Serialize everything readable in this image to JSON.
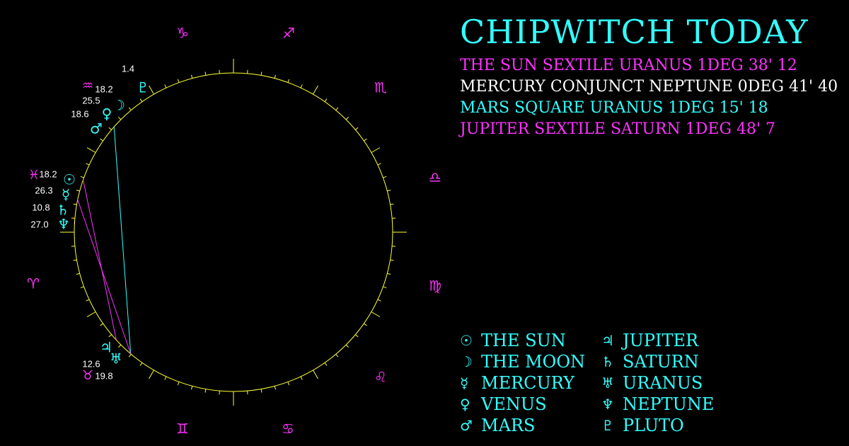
{
  "title": "CHIPWITCH TODAY",
  "colors": {
    "background": "#000000",
    "wheel": "#ffff33",
    "cyan": "#33ffff",
    "magenta": "#ff33ff",
    "white": "#ffffff"
  },
  "aspects": [
    {
      "text": "THE SUN SEXTILE URANUS 1DEG 38' 12",
      "color": "#ff33ff"
    },
    {
      "text": "MERCURY CONJUNCT NEPTUNE 0DEG 41' 40",
      "color": "#ffffff"
    },
    {
      "text": "MARS SQUARE URANUS 1DEG 15' 18",
      "color": "#33ffff"
    },
    {
      "text": "JUPITER SEXTILE SATURN 1DEG 48' 7",
      "color": "#ff33ff"
    }
  ],
  "legend": [
    {
      "glyph": "☉",
      "label": "THE SUN"
    },
    {
      "glyph": "☽",
      "label": "THE MOON"
    },
    {
      "glyph": "☿",
      "label": "MERCURY"
    },
    {
      "glyph": "♀",
      "label": "VENUS"
    },
    {
      "glyph": "♂",
      "label": "MARS"
    },
    {
      "glyph": "♃",
      "label": "JUPITER"
    },
    {
      "glyph": "♄",
      "label": "SATURN"
    },
    {
      "glyph": "♅",
      "label": "URANUS"
    },
    {
      "glyph": "♆",
      "label": "NEPTUNE"
    },
    {
      "glyph": "♇",
      "label": "PLUTO"
    }
  ],
  "zodiac_order_from_asc": [
    "♈",
    "♉",
    "♊",
    "♋",
    "♌",
    "♍",
    "♎",
    "♏",
    "♐",
    "♑",
    "♒",
    "♓"
  ],
  "sign_labels": [
    {
      "glyph": "♑",
      "name": "capricorn"
    },
    {
      "glyph": "♐",
      "name": "sagittarius"
    },
    {
      "glyph": "♏",
      "name": "scorpio"
    },
    {
      "glyph": "♎",
      "name": "libra"
    },
    {
      "glyph": "♍",
      "name": "virgo"
    },
    {
      "glyph": "♌",
      "name": "leo"
    },
    {
      "glyph": "♋",
      "name": "cancer"
    },
    {
      "glyph": "♊",
      "name": "gemini"
    },
    {
      "glyph": "♉",
      "name": "taurus"
    },
    {
      "glyph": "♈",
      "name": "aries"
    },
    {
      "glyph": "♓",
      "name": "pisces"
    },
    {
      "glyph": "♒",
      "name": "aquarius"
    }
  ],
  "planets": [
    {
      "name": "pluto",
      "glyph": "♇",
      "sign": "♑",
      "degree": "1.4"
    },
    {
      "name": "moon",
      "glyph": "☽",
      "sign": "♒",
      "degree": "18.2"
    },
    {
      "name": "venus",
      "glyph": "♀",
      "sign": "♒",
      "degree": "25.5"
    },
    {
      "name": "mars",
      "glyph": "♂",
      "sign": "♒",
      "degree": "18.6"
    },
    {
      "name": "sun",
      "glyph": "☉",
      "sign": "♓",
      "degree": "18.2"
    },
    {
      "name": "mercury",
      "glyph": "☿",
      "sign": "♓",
      "degree": "26.3"
    },
    {
      "name": "saturn",
      "glyph": "♄",
      "sign": "♓",
      "degree": "10.8"
    },
    {
      "name": "neptune",
      "glyph": "♆",
      "sign": "♓",
      "degree": "27.0"
    },
    {
      "name": "jupiter",
      "glyph": "♃",
      "sign": "♉",
      "degree": "12.6"
    },
    {
      "name": "uranus",
      "glyph": "♅",
      "sign": "♉",
      "degree": "19.8"
    }
  ],
  "aspect_lines": [
    {
      "from": "mars",
      "to": "uranus",
      "color": "#33ffff"
    },
    {
      "from": "sun",
      "to": "uranus",
      "color": "#ff33ff"
    },
    {
      "from": "saturn",
      "to": "jupiter",
      "color": "#ff33ff"
    },
    {
      "from": "mercury",
      "to": "neptune",
      "color": "#ffffff"
    }
  ]
}
